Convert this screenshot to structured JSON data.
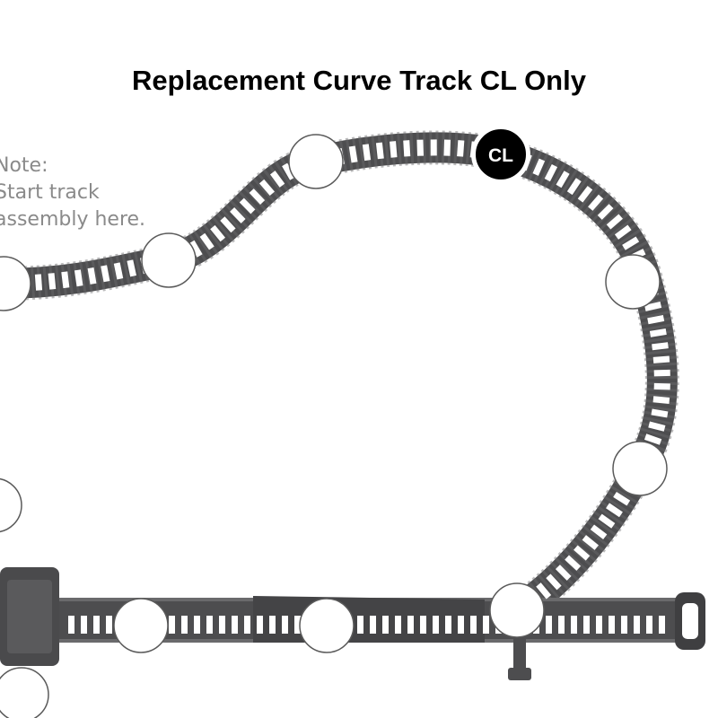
{
  "title": "Replacement Curve Track CL Only",
  "note": {
    "line1": "Note:",
    "line2": "Start track",
    "line3": "assembly here."
  },
  "marker": {
    "label": "CL",
    "color": "#000000"
  },
  "colors": {
    "track": "#4d4d4f",
    "tie": "#ffffff",
    "joint": "#ffffff"
  }
}
